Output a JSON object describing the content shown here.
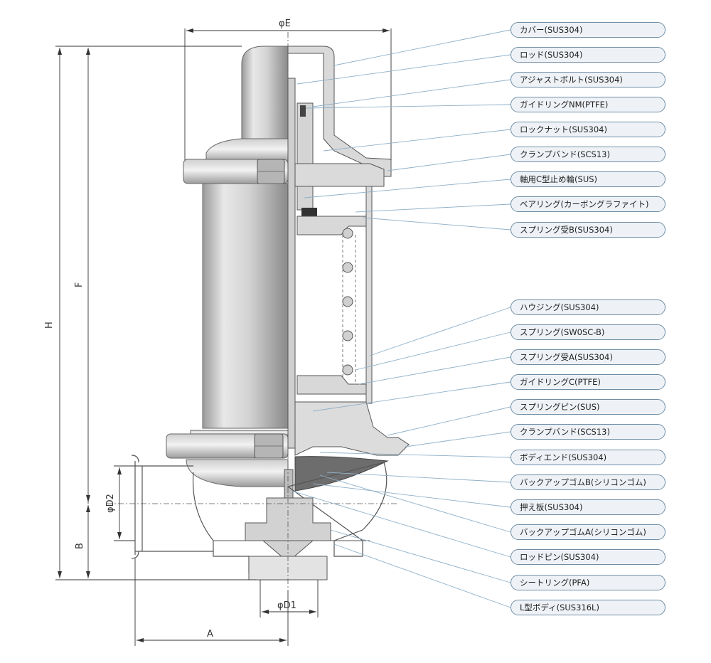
{
  "dimensions": {
    "phiE": "φE",
    "H": "H",
    "F": "F",
    "phiD2": "φD2",
    "B": "B",
    "phiD1": "φD1",
    "A": "A"
  },
  "callouts": [
    "カバー(SUS304)",
    "ロッド(SUS304)",
    "アジャストボルト(SUS304)",
    "ガイドリングNM(PTFE)",
    "ロックナット(SUS304)",
    "クランプバンド(SCS13)",
    "軸用C型止め輪(SUS)",
    "ベアリング(カーボングラファイト)",
    "スプリング受B(SUS304)",
    "ハウジング(SUS304)",
    "スプリング(SW0SC-B)",
    "スプリング受A(SUS304)",
    "ガイドリングC(PTFE)",
    "スプリングピン(SUS)",
    "クランプバンド(SCS13)",
    "ボディエンド(SUS304)",
    "バックアップゴムB(シリコンゴム)",
    "押え板(SUS304)",
    "バックアップゴムA(シリコンゴム)",
    "ロッドピン(SUS304)",
    "シートリング(PFA)",
    "L型ボディ(SUS316L)"
  ],
  "colors": {
    "leader": "#8fb0c8",
    "label_border": "#6f8ea6",
    "label_fill": "#eef2f6",
    "metal_light": "#e6e6e6",
    "metal_mid": "#c8c8c8",
    "metal_dark": "#8c8c8c",
    "outline": "#555555"
  }
}
